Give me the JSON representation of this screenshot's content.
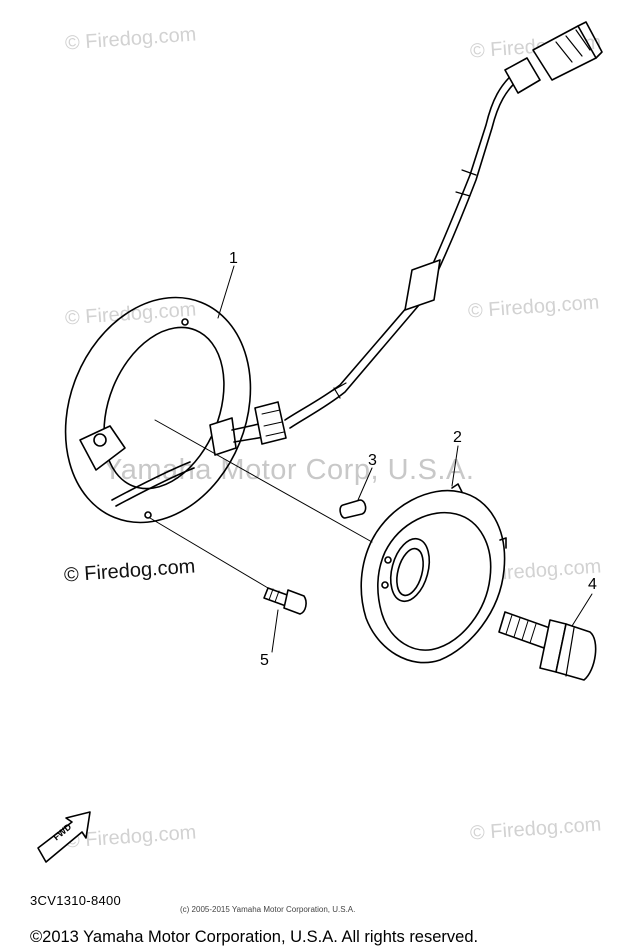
{
  "watermarks": {
    "firedog": "© Firedog.com",
    "center": "Yamaha Motor Corp, U.S.A."
  },
  "callouts": [
    "1",
    "2",
    "3",
    "4",
    "5"
  ],
  "fwd_arrow_label": "FWD",
  "part_number": "3CV1310-8400",
  "small_copyright": "(c) 2005-2015 Yamaha Motor Corporation, U.S.A.",
  "footer_copyright": "©2013 Yamaha Motor Corporation, U.S.A. All rights reserved.",
  "colors": {
    "line": "#000000",
    "watermark": "#d2d2d2",
    "background": "#ffffff"
  }
}
